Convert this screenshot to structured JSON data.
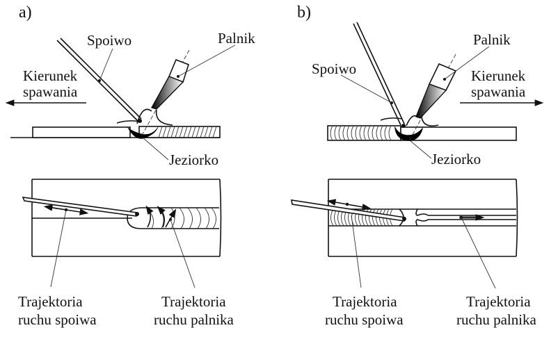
{
  "panels": [
    {
      "id": "a",
      "tag": "a)",
      "labels": {
        "filler": "Spoiwo",
        "torch": "Palnik",
        "direction_line1": "Kierunek",
        "direction_line2": "spawania",
        "pool": "Jeziorko",
        "filler_traj_line1": "Trajektoria",
        "filler_traj_line2": "ruchu spoiwa",
        "torch_traj_line1": "Trajektoria",
        "torch_traj_line2": "ruchu palnika"
      },
      "direction": "left"
    },
    {
      "id": "b",
      "tag": "b)",
      "labels": {
        "filler": "Spoiwo",
        "torch": "Palnik",
        "direction_line1": "Kierunek",
        "direction_line2": "spawania",
        "pool": "Jeziorko",
        "filler_traj_line1": "Trajektoria",
        "filler_traj_line2": "ruchu spoiwa",
        "torch_traj_line1": "Trajektoria",
        "torch_traj_line2": "ruchu palnika"
      },
      "direction": "right"
    }
  ]
}
